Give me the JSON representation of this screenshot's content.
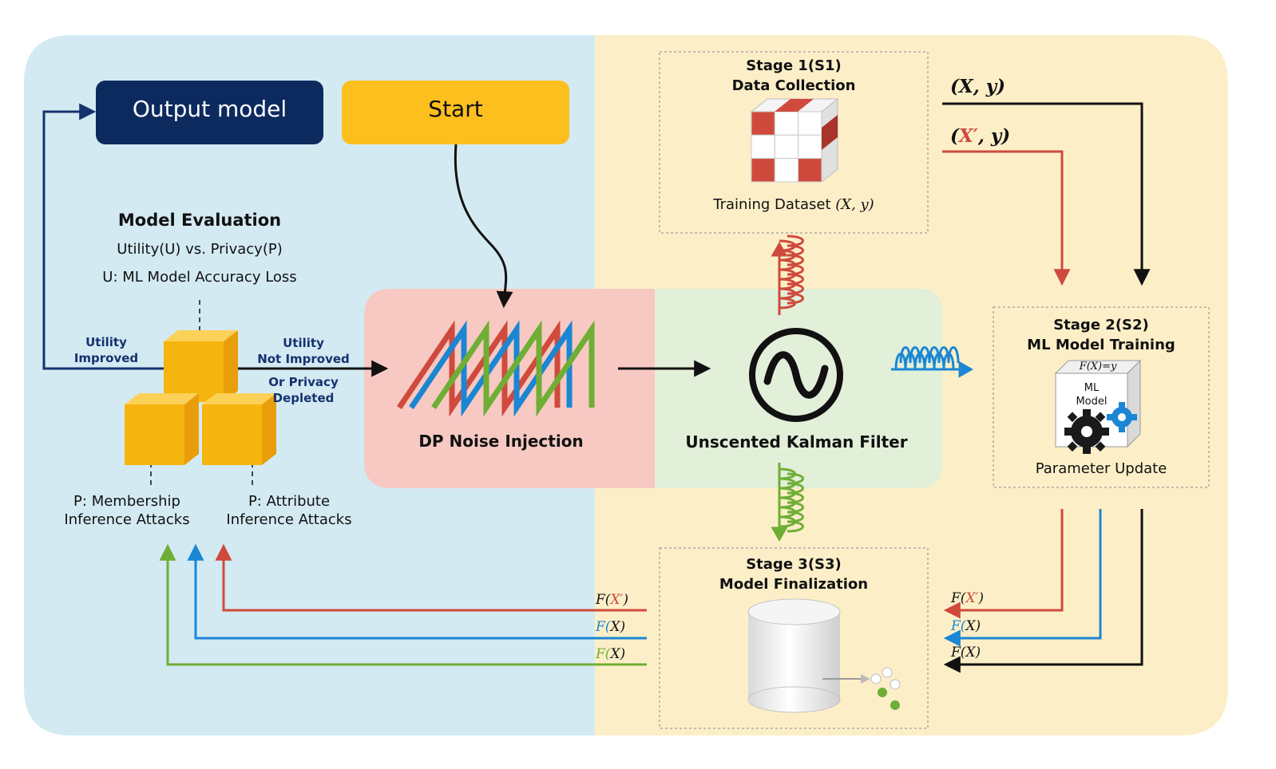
{
  "start": {
    "label": "Start"
  },
  "output_model": {
    "label": "Output model"
  },
  "model_evaluation": {
    "title": "Model Evaluation",
    "line1": "Utility(U) vs. Privacy(P)",
    "line2": "U: ML Model Accuracy Loss",
    "utility_improved_1": "Utility",
    "utility_improved_2": "Improved",
    "not_improved_1": "Utility",
    "not_improved_2": "Not Improved",
    "privacy_1": "Or Privacy",
    "privacy_2": "Depleted",
    "membership_1": "P: Membership",
    "membership_2": "Inference Attacks",
    "attribute_1": "P: Attribute",
    "attribute_2": "Inference Attacks"
  },
  "dp_noise": {
    "label": "DP Noise Injection"
  },
  "ukf": {
    "label": "Unscented Kalman Filter"
  },
  "stage1": {
    "title": "Stage 1(S1)",
    "subtitle": "Data Collection",
    "caption": "Training Dataset",
    "caption_math": "(X, y)"
  },
  "stage2": {
    "title": "Stage 2(S2)",
    "subtitle": "ML Model Training",
    "formula": "F(X)=y",
    "model_1": "ML",
    "model_2": "Model",
    "caption": "Parameter Update"
  },
  "stage3": {
    "title": "Stage 3(S3)",
    "subtitle": "Model Finalization"
  },
  "flows": {
    "xy": "(X, y)",
    "xprime_open": "(",
    "xprime_var": "X′",
    "xprime_rest": ", y)",
    "f_open": "F(",
    "f_xprime": "X′",
    "f_x": "X",
    "f_close": ")"
  },
  "colors": {
    "left_panel": "#d3eaf3",
    "right_panel": "#fcefc8",
    "output_box": "#0d2a5f",
    "start_box": "#fdbf1e",
    "dp_panel": "#f7c9c2",
    "ukf_panel": "#e2efd9",
    "red": "#cf4a3d",
    "blue": "#1b86d3",
    "green": "#6fae35",
    "navy": "#16326e",
    "cube": "#f6b40f"
  }
}
